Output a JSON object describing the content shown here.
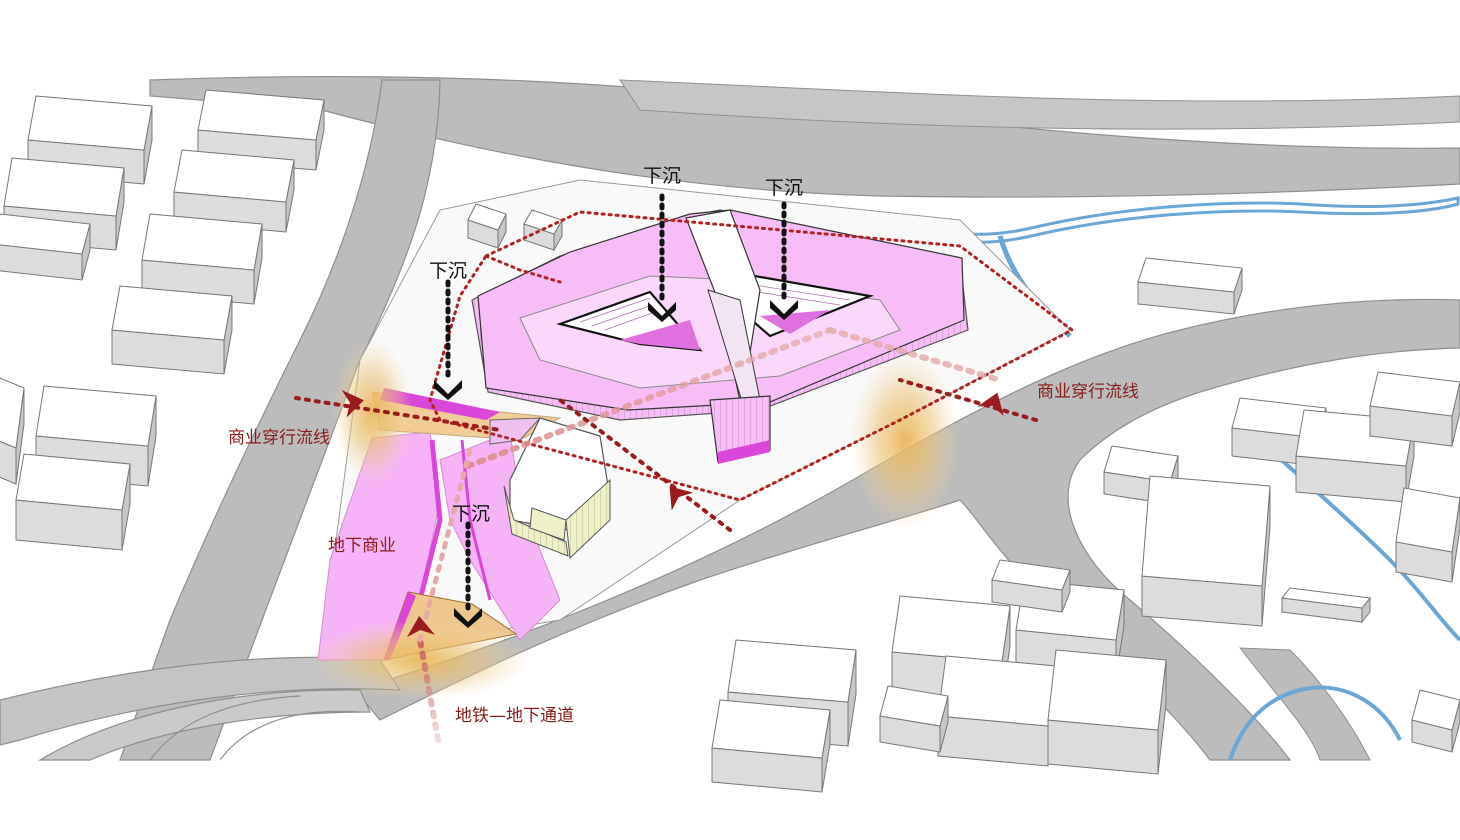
{
  "labels": {
    "sunk_1": "下沉",
    "sunk_2": "下沉",
    "sunk_3": "下沉",
    "sunk_4": "下沉",
    "commercial_flow_right": "商业穿行流线",
    "commercial_flow_left": "商业穿行流线",
    "underground_commercial": "地下商业",
    "metro_passage": "地铁—地下通道"
  },
  "colors": {
    "road": "#b9b9b9",
    "road_edge": "#8f8f8f",
    "water": "#6aa6d6",
    "building_top": "#ffffff",
    "building_side": "#dcdcdc",
    "building_front": "#c6c6c6",
    "pink": "#f7aef7",
    "magenta": "#d946d9",
    "flow_red": "#9a1b1b",
    "sunk_black": "#111111",
    "glow": "#e7b35a",
    "tower_green": "#e9ecbd",
    "label_red": "#8b1a1a"
  },
  "icons": {
    "flow_arrow": "chevron-arrow-icon",
    "sunk_arrow": "down-chevron-icon"
  }
}
